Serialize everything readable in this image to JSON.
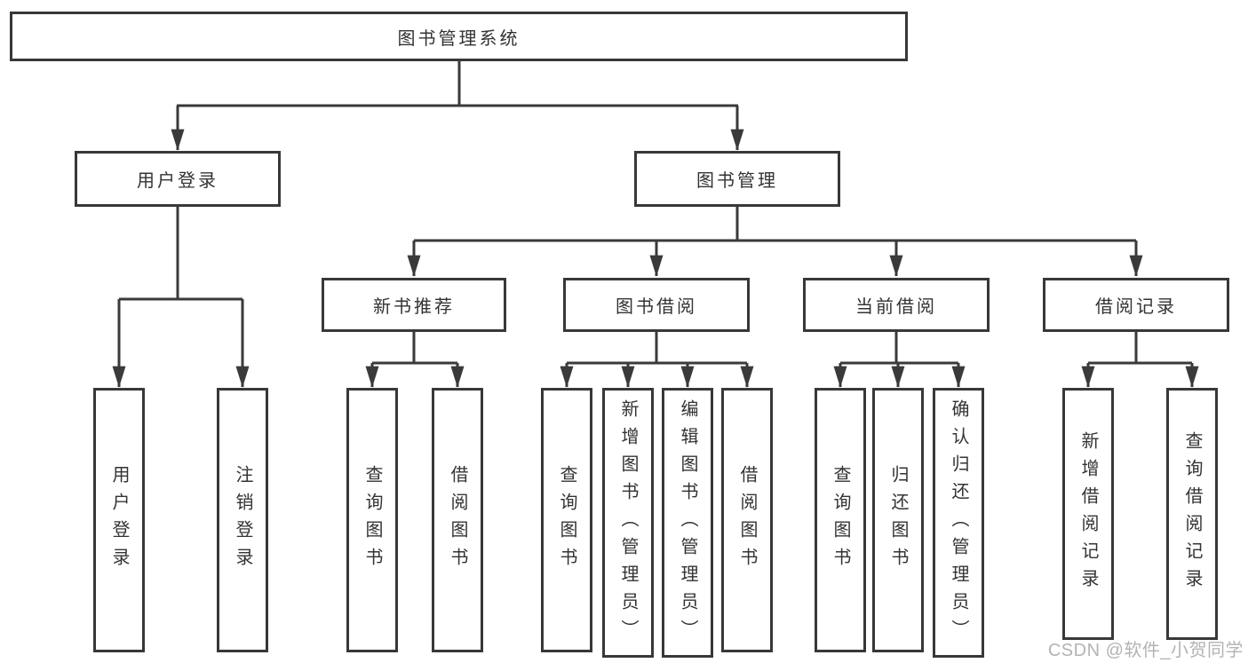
{
  "colors": {
    "line": "#3a3a3a",
    "box_border": "#383838",
    "box_fill": "#ffffff",
    "text": "#333333",
    "watermark": "#b3b3b3",
    "background": "#ffffff"
  },
  "watermark": {
    "text": "CSDN @软件_小贺同学"
  },
  "tree": {
    "root": {
      "label": "图书管理系统",
      "children": [
        {
          "label": "用户登录",
          "children": [
            {
              "label": "用户登录"
            },
            {
              "label": "注销登录"
            }
          ]
        },
        {
          "label": "图书管理",
          "children": [
            {
              "label": "新书推荐",
              "children": [
                {
                  "label": "查询图书"
                },
                {
                  "label": "借阅图书"
                }
              ]
            },
            {
              "label": "图书借阅",
              "children": [
                {
                  "label": "查询图书"
                },
                {
                  "label": "新增图书（管理员）"
                },
                {
                  "label": "编辑图书（管理员）"
                },
                {
                  "label": "借阅图书"
                }
              ]
            },
            {
              "label": "当前借阅",
              "children": [
                {
                  "label": "查询图书"
                },
                {
                  "label": "归还图书"
                },
                {
                  "label": "确认归还（管理员）"
                }
              ]
            },
            {
              "label": "借阅记录",
              "children": [
                {
                  "label": "新增借阅记录"
                },
                {
                  "label": "查询借阅记录"
                }
              ]
            }
          ]
        }
      ]
    }
  }
}
